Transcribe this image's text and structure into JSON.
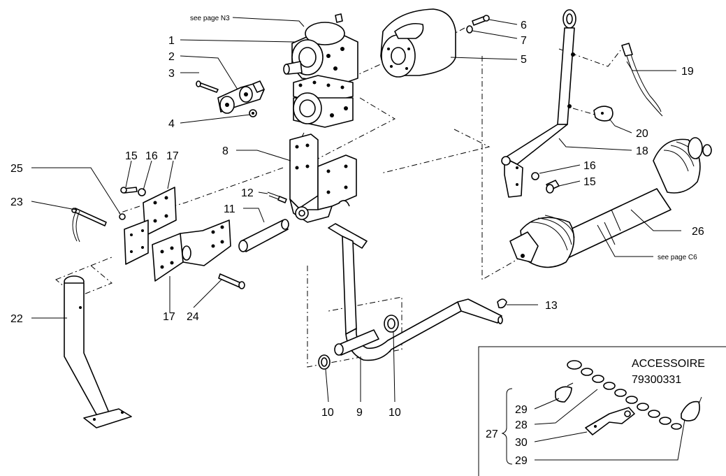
{
  "notes": {
    "gearbox_ref": "see page N3",
    "shaft_ref": "see page C6"
  },
  "accessory": {
    "title": "ACCESSOIRE",
    "code": "79300331"
  },
  "callouts": {
    "c1": "1",
    "c2": "2",
    "c3": "3",
    "c4": "4",
    "c5": "5",
    "c6": "6",
    "c7": "7",
    "c8": "8",
    "c9": "9",
    "c10a": "10",
    "c10b": "10",
    "c11": "11",
    "c12": "12",
    "c13": "13",
    "c15a": "15",
    "c15b": "15",
    "c16a": "16",
    "c16b": "16",
    "c17a": "17",
    "c17b": "17",
    "c18": "18",
    "c19": "19",
    "c20": "20",
    "c22": "22",
    "c23": "23",
    "c24": "24",
    "c25": "25",
    "c26": "26",
    "c27": "27",
    "c28": "28",
    "c29a": "29",
    "c29b": "29",
    "c30": "30"
  }
}
